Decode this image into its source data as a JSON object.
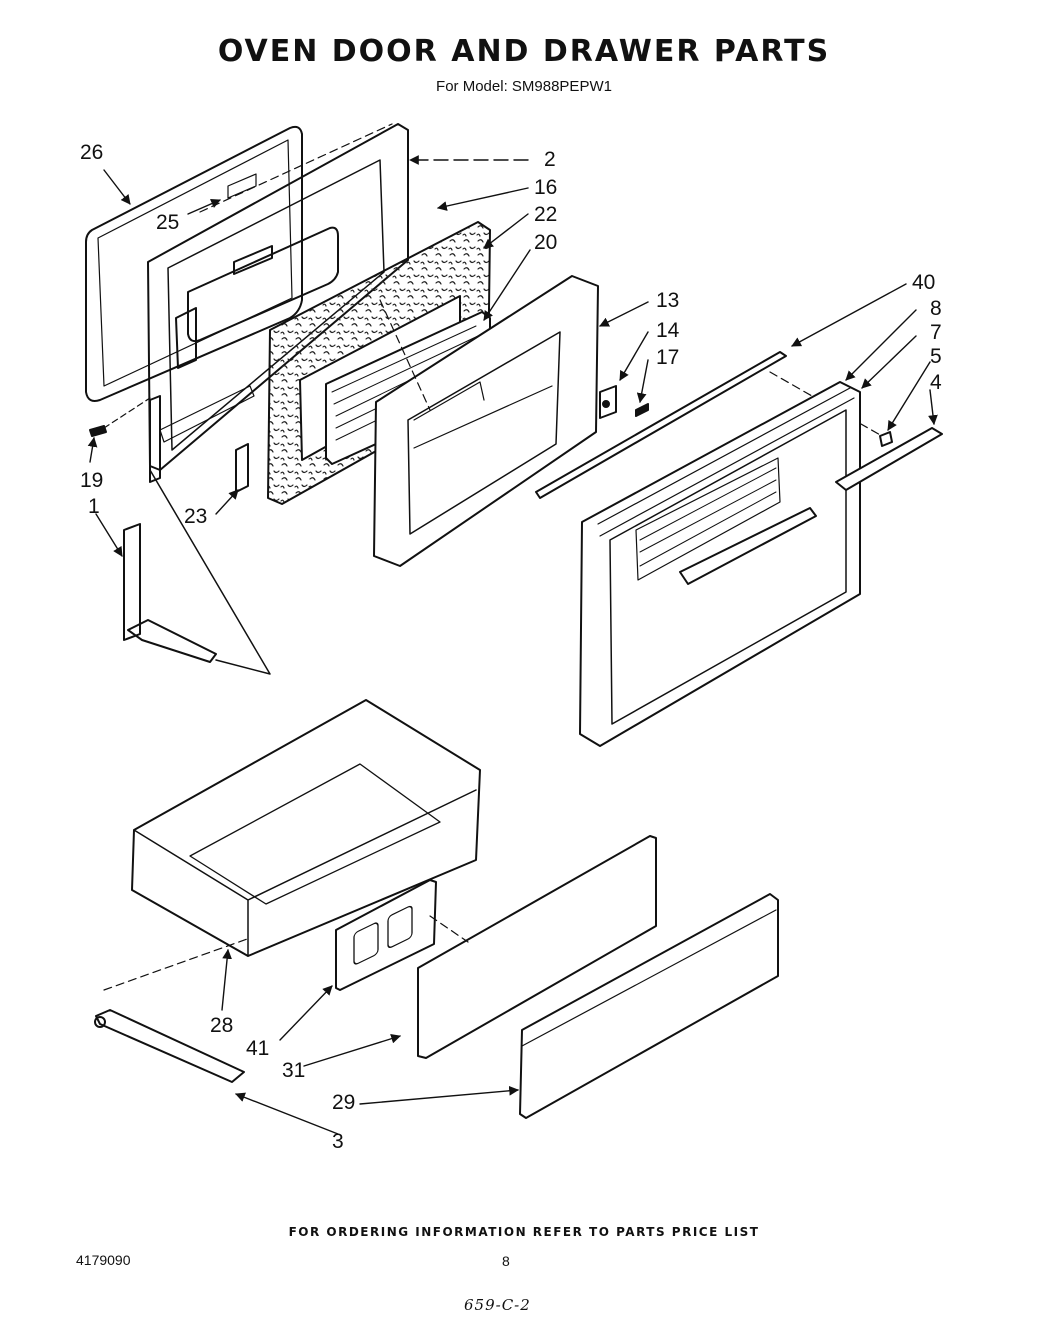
{
  "header": {
    "title": "OVEN DOOR AND DRAWER PARTS",
    "subtitle": "For Model: SM988PEPW1"
  },
  "callouts": {
    "c26": "26",
    "c25": "25",
    "c2": "2",
    "c16": "16",
    "c22": "22",
    "c20": "20",
    "c13": "13",
    "c14": "14",
    "c17": "17",
    "c40": "40",
    "c8": "8",
    "c7": "7",
    "c5": "5",
    "c4": "4",
    "c19": "19",
    "c1": "1",
    "c23": "23",
    "c28": "28",
    "c41": "41",
    "c31": "31",
    "c29": "29",
    "c3": "3"
  },
  "footer": {
    "ordering_note": "FOR ORDERING INFORMATION REFER TO PARTS PRICE LIST",
    "document_number": "4179090",
    "page_number": "8",
    "handwritten_note": "659-C-2"
  }
}
